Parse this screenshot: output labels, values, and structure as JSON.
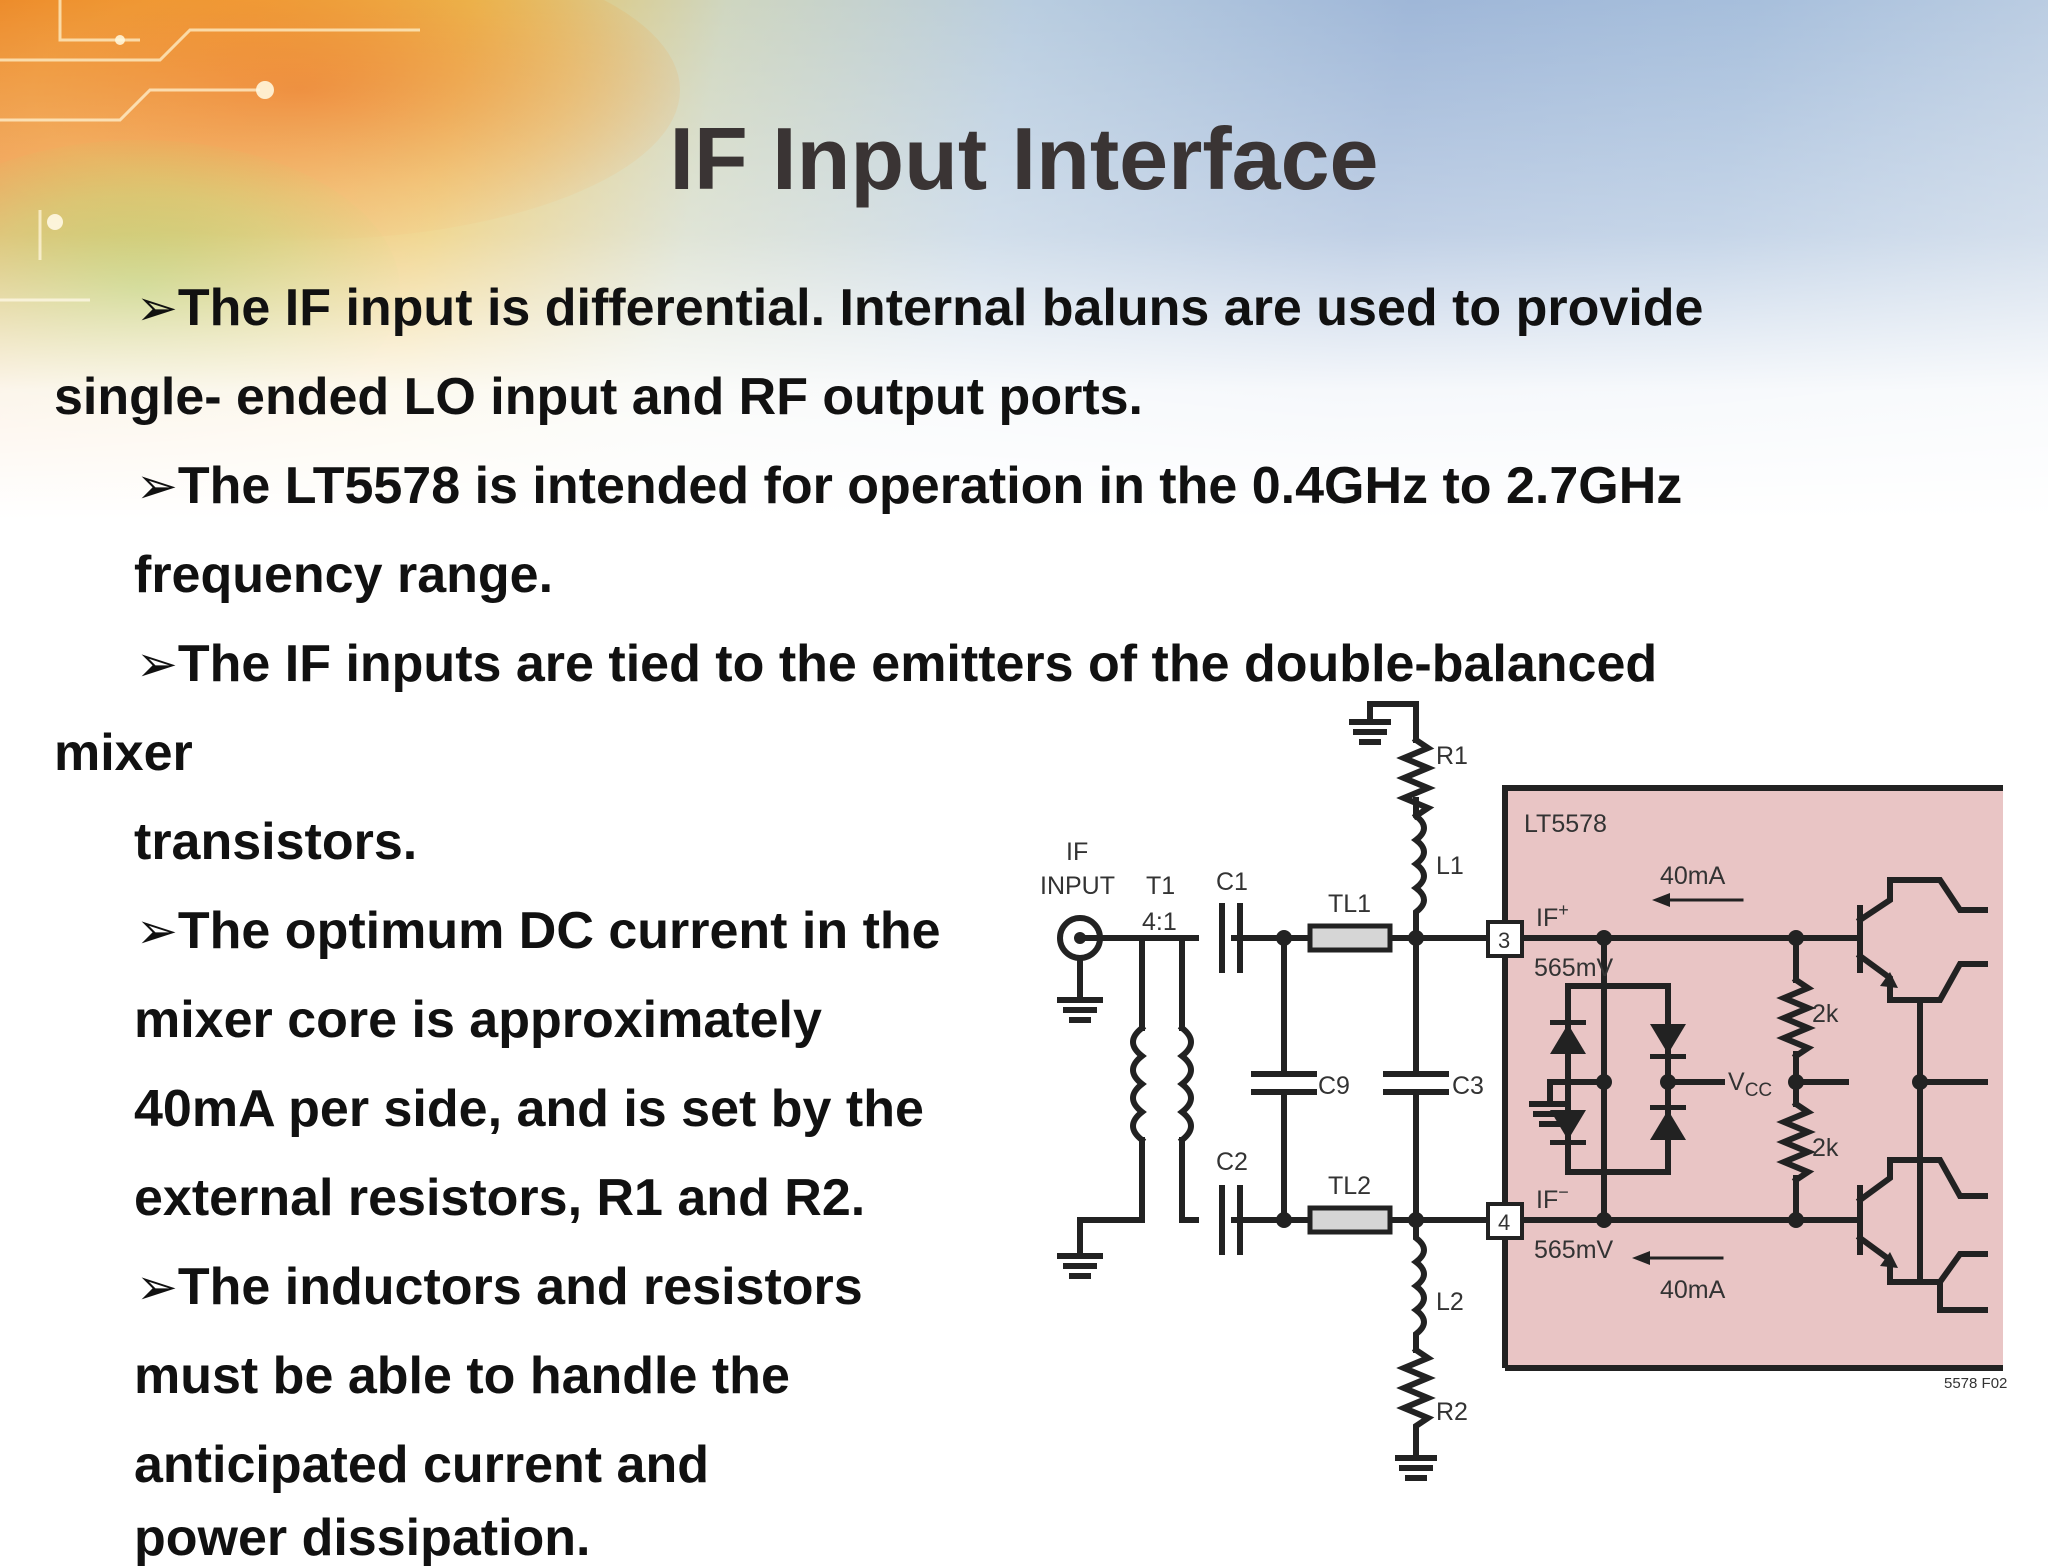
{
  "slide": {
    "title": "IF Input Interface",
    "bullet_marker": "➢",
    "lines": [
      "The IF input is differential. Internal baluns are used to provide",
      "single- ended LO input and RF output ports.",
      "The LT5578 is intended for operation in the 0.4GHz to 2.7GHz",
      "frequency range.",
      "The IF inputs are tied to the emitters of the double-balanced",
      "mixer",
      "transistors.",
      "The optimum DC current in the",
      "mixer core is approximately",
      "40mA per side, and is set by the",
      "external resistors, R1 and R2.",
      "The inductors and resistors",
      "must be able to handle the",
      "anticipated current and",
      "power dissipation."
    ]
  },
  "diagram": {
    "chip_name": "LT5578",
    "chip_fill": "#e9c5c5",
    "labels": {
      "if_input_1": "IF",
      "if_input_2": "INPUT",
      "t1": "T1",
      "t1_ratio": "4:1",
      "c1": "C1",
      "c2": "C2",
      "c3": "C3",
      "c9": "C9",
      "tl1": "TL1",
      "tl2": "TL2",
      "l1": "L1",
      "l2": "L2",
      "r1": "R1",
      "r2": "R2",
      "pin3": "3",
      "pin4": "4",
      "if_plus": "IF",
      "if_plus_sup": "+",
      "if_minus": "IF",
      "if_minus_sup": "−",
      "v_top": "565mV",
      "v_bot": "565mV",
      "i_top": "40mA",
      "i_bot": "40mA",
      "r_top": "2k",
      "r_bot": "2k",
      "vcc": "V",
      "vcc_sub": "CC",
      "figure_id": "5578 F02"
    }
  }
}
